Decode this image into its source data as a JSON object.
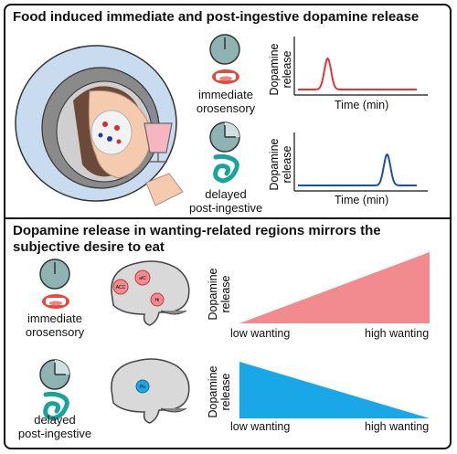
{
  "top_panel": {
    "title": "Food induced immediate and post-ingestive dopamine release",
    "immediate_label": [
      "immediate",
      "orosensory"
    ],
    "delayed_label": [
      "delayed",
      "post-ingestive"
    ],
    "chart_ylabel": [
      "Dopamine",
      "release"
    ],
    "chart_xlabel": "Time (min)",
    "colors": {
      "immediate": "#e8323a",
      "delayed": "#1a4fa3"
    }
  },
  "bottom_panel": {
    "title_line1": "Dopamine release in wanting-related regions mirrors the",
    "title_line2": "subjective desire to eat",
    "immediate_label": [
      "immediate",
      "orosensory"
    ],
    "delayed_label": [
      "delayed",
      "post-ingestive"
    ],
    "brain_regions_immediate": [
      "ACC",
      "aIC",
      "Hi"
    ],
    "brain_regions_delayed": [
      "Pu"
    ],
    "chart_ylabel": [
      "Dopamine",
      "release"
    ],
    "x_low": "low wanting",
    "x_high": "high wanting",
    "colors": {
      "increasing": "#f28b8f",
      "decreasing": "#1aa7e8"
    }
  },
  "chart_data": [
    {
      "type": "line",
      "series": [
        {
          "x": [
            0,
            1,
            2,
            3,
            4,
            5,
            6,
            7,
            8
          ],
          "y": [
            0,
            0,
            1,
            0,
            0,
            0,
            0,
            0,
            0
          ]
        }
      ]
    },
    {
      "type": "line",
      "series": [
        {
          "x": [
            0,
            1,
            2,
            3,
            4,
            5,
            6,
            7,
            8
          ],
          "y": [
            0,
            0,
            0,
            0,
            0,
            0,
            1,
            0,
            0
          ]
        }
      ]
    },
    {
      "type": "area",
      "categories": [
        "low wanting",
        "high wanting"
      ],
      "values": [
        0,
        1
      ]
    },
    {
      "type": "area",
      "categories": [
        "low wanting",
        "high wanting"
      ],
      "values": [
        1,
        0
      ]
    }
  ]
}
